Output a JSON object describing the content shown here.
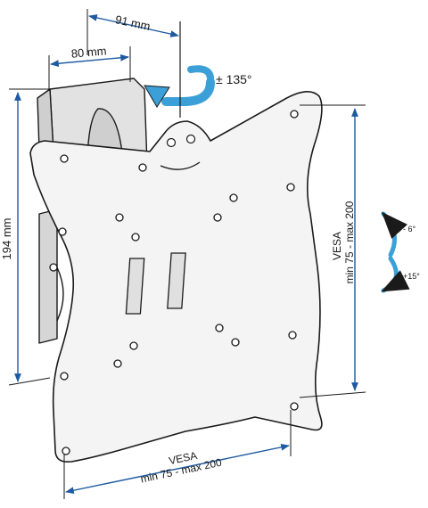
{
  "dimensions": {
    "depth_min": "80 mm",
    "depth_max": "91 mm",
    "height": "194 mm"
  },
  "swivel": {
    "value": "± 135°"
  },
  "tilt": {
    "up": "- 6°",
    "down": "+15°"
  },
  "vesa_vertical": {
    "title": "VESA",
    "range": "min 75 - max 200"
  },
  "vesa_horizontal": {
    "title": "VESA",
    "range": "min 75 - max 200"
  },
  "colors": {
    "outline": "#1a1a1a",
    "dimension_line": "#1e5aa0",
    "rotation_arrow": "#3ca0d8",
    "wall_plate_face": "#f4f4f4",
    "wall_plate_shade": "#d2d2d2"
  }
}
